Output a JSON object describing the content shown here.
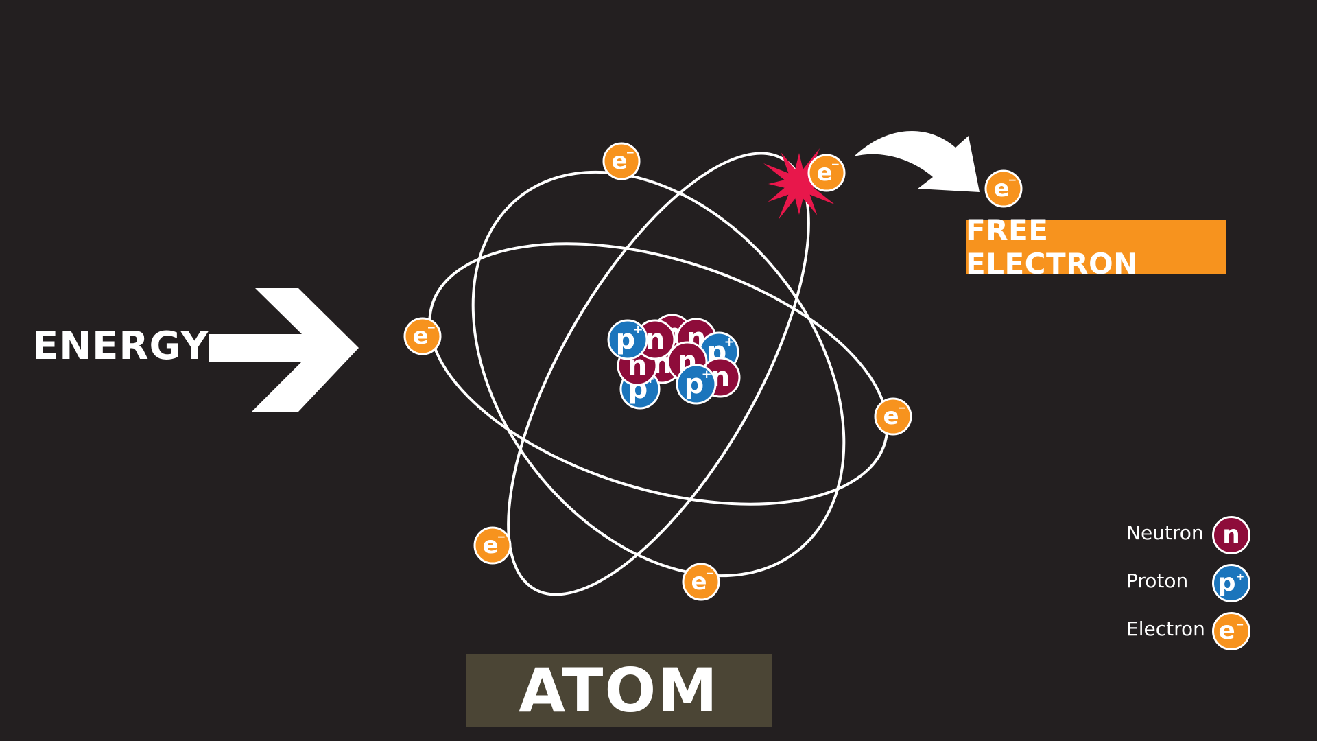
{
  "labels": {
    "energy": "ENERGY",
    "free_electron": "FREE ELECTRON",
    "atom": "ATOM"
  },
  "particles": {
    "electron_symbol": "e",
    "electron_charge": "−",
    "proton_symbol": "p",
    "proton_charge": "+",
    "neutron_symbol": "n"
  },
  "legend": {
    "neutron": "Neutron",
    "proton": "Proton",
    "electron": "Electron"
  },
  "colors": {
    "background": "#231f20",
    "electron": "#f7931e",
    "proton": "#1b75bc",
    "neutron": "#8e0c3a",
    "spark": "#e8174b",
    "orbit": "#ffffff",
    "free_box": "#f7931e",
    "atom_box": "#4b4535"
  }
}
